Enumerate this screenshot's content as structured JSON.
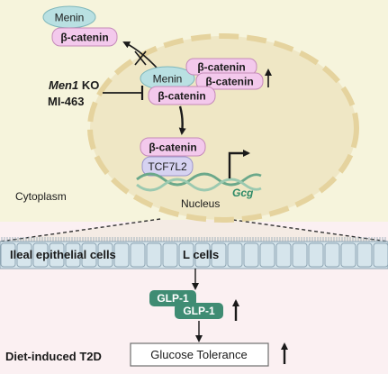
{
  "proteins": {
    "menin": "Menin",
    "beta_catenin": "β-catenin",
    "tcf7l2": "TCF7L2",
    "glp1": "GLP-1"
  },
  "labels": {
    "men1_italic": "Men1",
    "men1_ko_suffix": " KO",
    "mi463": "MI-463",
    "cytoplasm": "Cytoplasm",
    "nucleus": "Nucleus",
    "gene": "Gcg",
    "ileal_cells": "Ileal epithelial cells",
    "l_cells": "L cells",
    "diet_t2d": "Diet-induced T2D",
    "glucose_tolerance": "Glucose Tolerance"
  },
  "colors": {
    "cytoplasm_bg": "#f6f4dc",
    "nucleus_fill": "#efe7c5",
    "nucleus_border": "#e5d39e",
    "menin_fill": "#b9e0e2",
    "catenin_fill": "#f3c9ec",
    "catenin_stroke": "#c58ab9",
    "tcf_fill": "#d6d2f1",
    "dna_color": "#6ba88a",
    "gene_color": "#2e8a67",
    "glp_fill": "#3f8c73",
    "epithelium_fill": "#d6e5ec",
    "lower_bg": "#fbf0f2"
  }
}
